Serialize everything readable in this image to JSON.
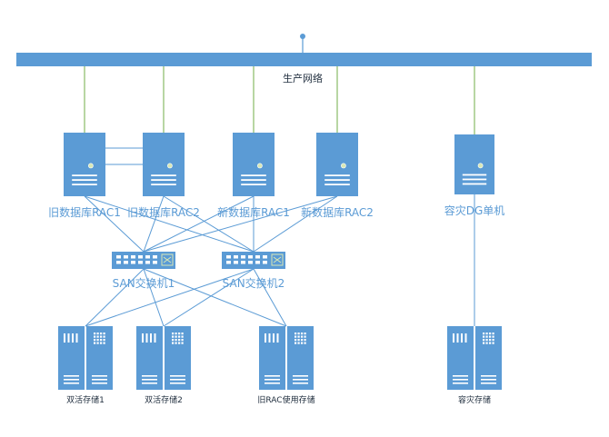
{
  "network": {
    "label": "生产网络"
  },
  "servers": [
    {
      "id": "s1",
      "label": "旧数据库RAC1"
    },
    {
      "id": "s2",
      "label": "旧数据库RAC2"
    },
    {
      "id": "s3",
      "label": "新数据库RAC1"
    },
    {
      "id": "s4",
      "label": "新数据库RAC2"
    },
    {
      "id": "s5",
      "label": "容灾DG单机"
    }
  ],
  "switches": [
    {
      "id": "sw1",
      "label": "SAN交换机1"
    },
    {
      "id": "sw2",
      "label": "SAN交换机2"
    }
  ],
  "storages": [
    {
      "id": "st1",
      "label": "双活存储1"
    },
    {
      "id": "st2",
      "label": "双活存储2"
    },
    {
      "id": "st3",
      "label": "旧RAC使用存储"
    },
    {
      "id": "st4",
      "label": "容灾存储"
    }
  ],
  "colors": {
    "device": "#5b9bd5",
    "device_dark": "#4a87c0",
    "link": "#5b9bd5",
    "uplink": "#70ad47",
    "label": "#5b9bd5",
    "text_dark": "#1f2d3d"
  }
}
